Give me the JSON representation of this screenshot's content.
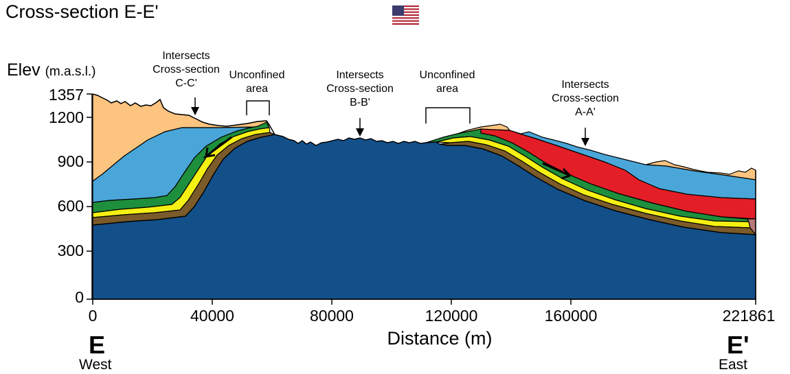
{
  "title": "Cross-section E-E'",
  "flag_icon": "us-flag-icon",
  "y_axis": {
    "label": "Elev",
    "unit": "(m.a.s.l.)",
    "ticks": [
      "1357",
      "1200",
      "900",
      "600",
      "300",
      "0"
    ]
  },
  "x_axis": {
    "label": "Distance (m)",
    "ticks": [
      "0",
      "40000",
      "80000",
      "120000",
      "160000",
      "221861"
    ]
  },
  "ends": {
    "left_letter": "E",
    "left_direction": "West",
    "right_letter": "E'",
    "right_direction": "East"
  },
  "annotations": {
    "intersect_cc": [
      "Intersects",
      "Cross-section",
      "C-C'"
    ],
    "unconfined_1": [
      "Unconfined",
      "area"
    ],
    "intersect_bb": [
      "Intersects",
      "Cross-section",
      "B-B'"
    ],
    "unconfined_2": [
      "Unconfined",
      "area"
    ],
    "intersect_aa": [
      "Intersects",
      "Cross-section",
      "A-A'"
    ]
  },
  "layer_colors": {
    "basement": "#13508a",
    "brown": "#7b5b2a",
    "yellow": "#f5f014",
    "green": "#1e8f3c",
    "red": "#e41e26",
    "light_blue": "#4aa6d8",
    "tan": "#fcc47f",
    "pink": "#b87878"
  }
}
